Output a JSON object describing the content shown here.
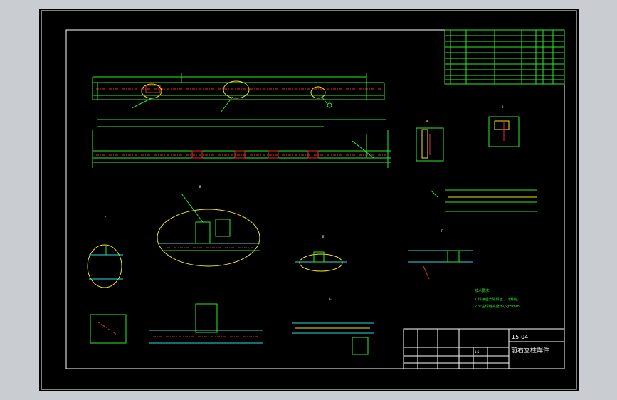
{
  "title_block": {
    "drawing_no": "15-04",
    "drawing_name": "前右立柱焊件",
    "scale_row": "1:5"
  },
  "notes": {
    "heading": "技术要求",
    "line1": "1.焊接后去除焊渣、飞溅物。",
    "line2": "2.未注焊缝高度不小于5mm。"
  },
  "views": {
    "a_label": "A",
    "b_label": "B",
    "c_label": "C",
    "d_label": "D",
    "e_label": "E",
    "f_label": "F",
    "g_label": "G"
  },
  "colors": {
    "background": "#000000",
    "frame": "#ffffff",
    "geometry": "#2ee82e",
    "hidden": "#f2e21a",
    "centerline": "#e03030",
    "section": "#33d6e0"
  }
}
